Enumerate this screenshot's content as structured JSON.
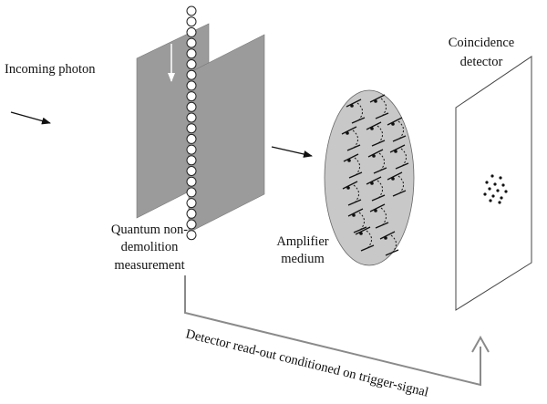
{
  "labels": {
    "incoming_photon": "Incoming photon",
    "qnd_line1": "Quantum non-",
    "qnd_line2": "demolition",
    "qnd_line3": "measurement",
    "amplifier_line1": "Amplifier",
    "amplifier_line2": "medium",
    "detector_line1": "Coincidence",
    "detector_line2": "detector",
    "feedback": "Detector read-out conditioned on trigger-signal"
  },
  "colors": {
    "qnd_plate": "#9b9b9b",
    "amplifier": "#c8c8c8",
    "line": "#222222",
    "feedback_line": "#8a8a8a"
  }
}
